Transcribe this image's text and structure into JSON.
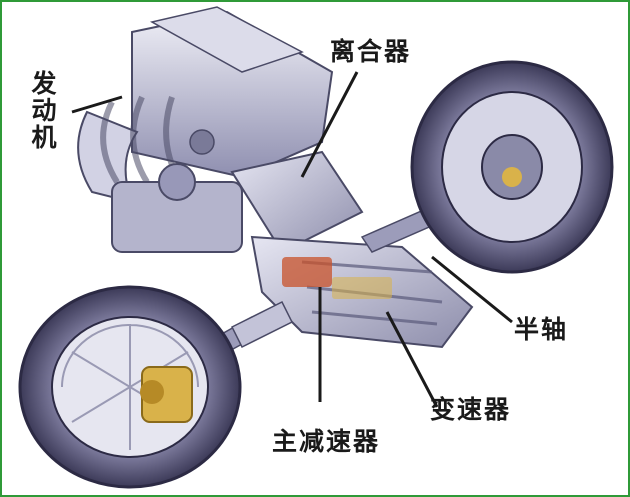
{
  "labels": {
    "engine": "发动机",
    "clutch": "离合器",
    "half_shaft": "半轴",
    "gearbox": "变速器",
    "final_drive": "主减速器"
  },
  "colors": {
    "frame_border": "#2f9a38",
    "tire": "#6f6c8f",
    "metal": "#b9b9cf",
    "accent_gold": "#d9b24a",
    "accent_red": "#c8512a",
    "ink": "#1a1a1a"
  }
}
